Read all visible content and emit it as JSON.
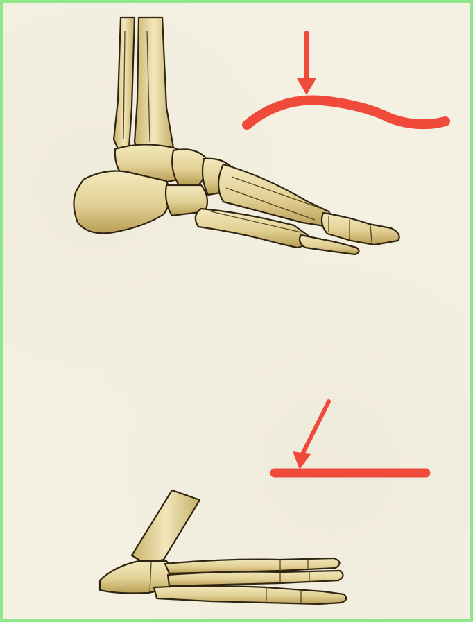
{
  "figure": {
    "panels": [
      {
        "id": "arched-foot",
        "indicator": "curved-load-line"
      },
      {
        "id": "flat-foot",
        "indicator": "straight-load-line"
      }
    ]
  },
  "colors": {
    "background": "#f4f0e2",
    "border": "#8ee88a",
    "bone_fill": "#e4d49a",
    "bone_light": "#f1e6b8",
    "bone_shadow": "#b79e52",
    "bone_outline": "#2f2411",
    "arrow": "#ef4a3a"
  }
}
